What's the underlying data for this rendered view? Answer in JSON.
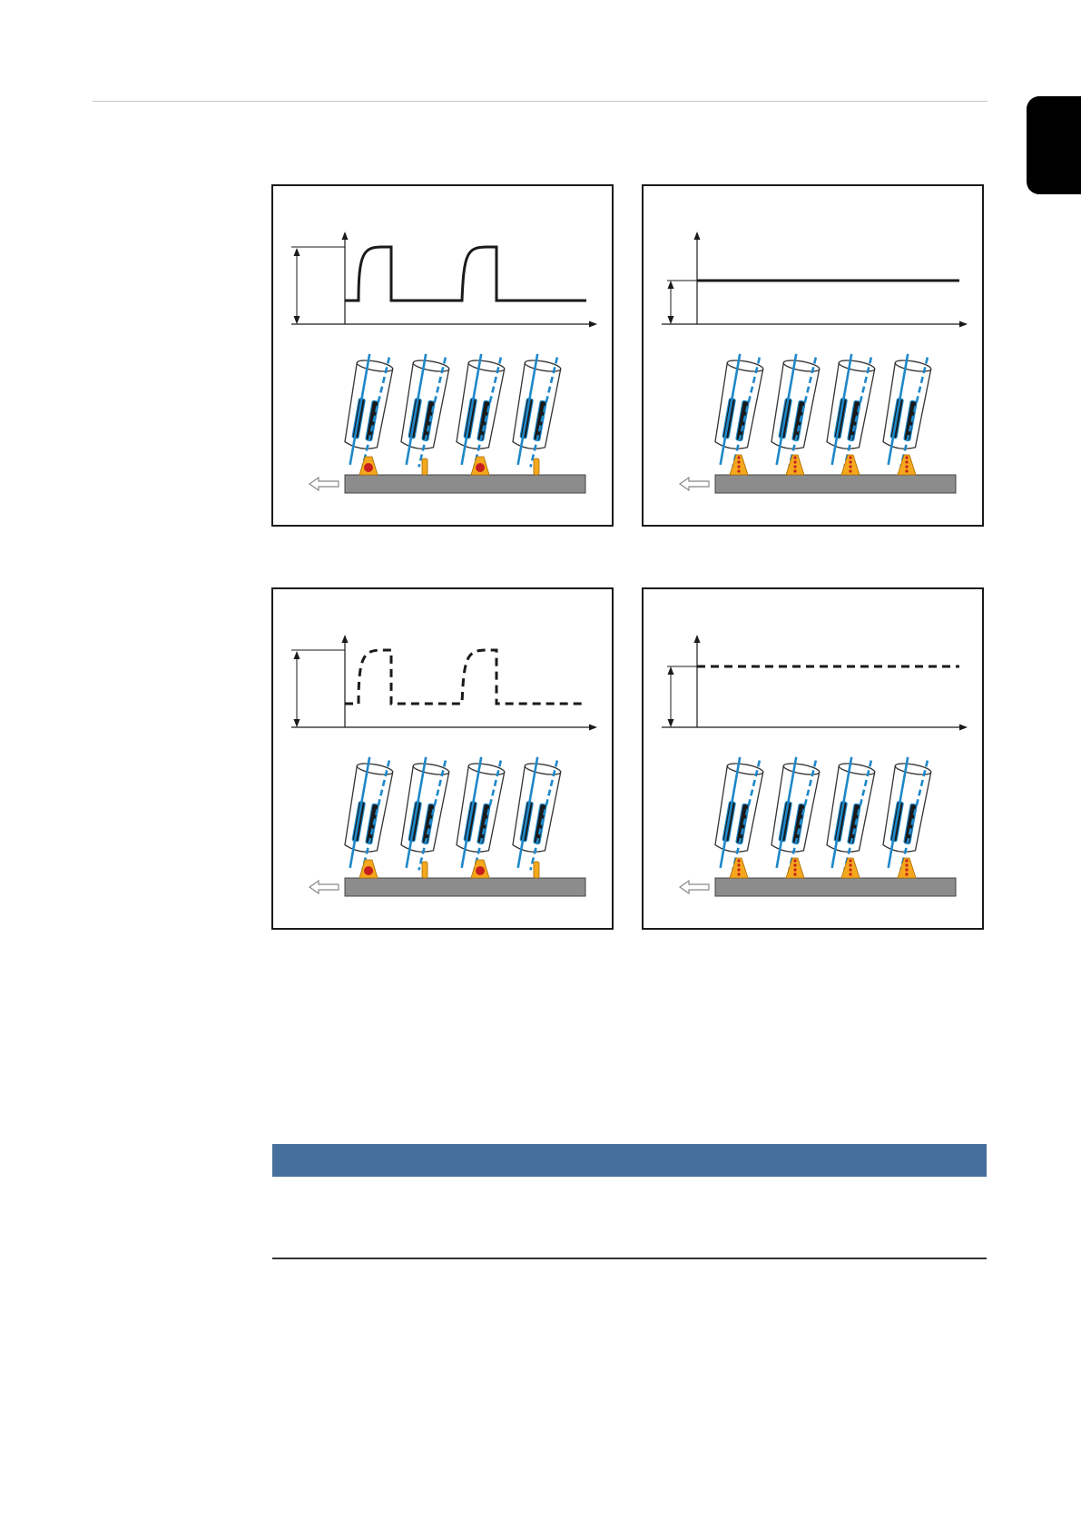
{
  "colors": {
    "frame": "#1a1a1a",
    "signal": "#1a1a1a",
    "wire": "#1e88c9",
    "torch_outline": "#333333",
    "workpiece": "#8c8c8c",
    "arc": "#f4a81d",
    "droplet": "#c81e1e",
    "notice_bar": "#466f9d",
    "side_tab": "#000000"
  },
  "figures": [
    {
      "id": "pulsed-solid",
      "signal": "pulsed",
      "line": "solid",
      "transfer": "droplet"
    },
    {
      "id": "constant-solid",
      "signal": "constant",
      "line": "solid",
      "transfer": "spray"
    },
    {
      "id": "pulsed-dashed",
      "signal": "pulsed",
      "line": "dashed",
      "transfer": "droplet"
    },
    {
      "id": "constant-dashed",
      "signal": "constant",
      "line": "dashed",
      "transfer": "spray"
    }
  ],
  "icons": {
    "direction": "arrow-left-outline-icon",
    "torch": "welding-torch-icon"
  }
}
